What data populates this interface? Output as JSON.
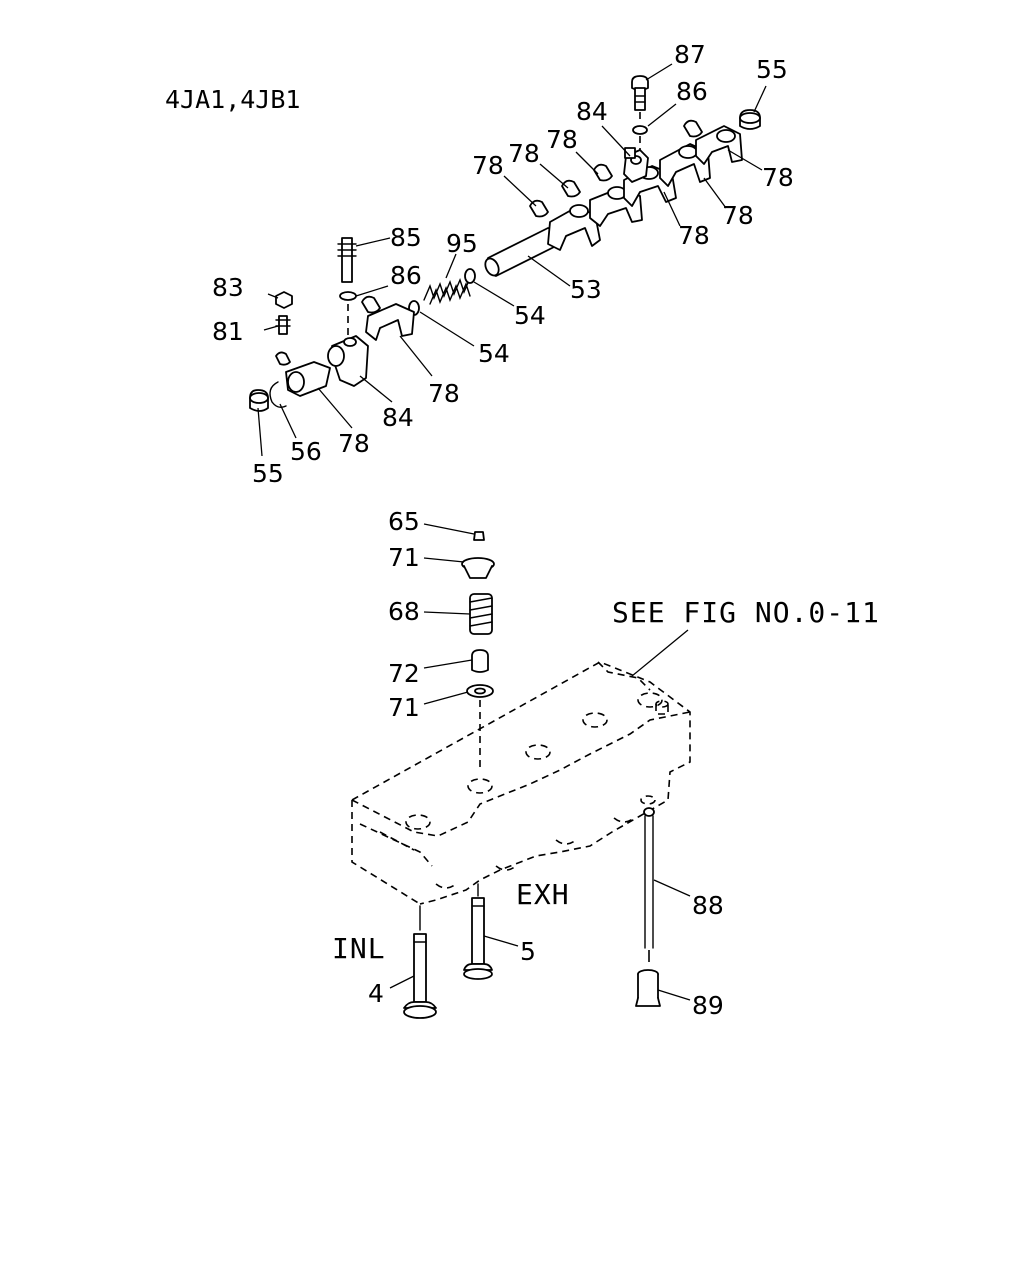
{
  "title": "4JA1,4JB1",
  "reference_note": "SEE FIG NO.0-11",
  "side_labels": {
    "intake": "INL",
    "exhaust": "EXH"
  },
  "callouts": [
    {
      "id": "c87",
      "text": "87"
    },
    {
      "id": "c86a",
      "text": "86"
    },
    {
      "id": "c55a",
      "text": "55"
    },
    {
      "id": "c84a",
      "text": "84"
    },
    {
      "id": "c78a",
      "text": "78"
    },
    {
      "id": "c78b",
      "text": "78"
    },
    {
      "id": "c78c",
      "text": "78"
    },
    {
      "id": "c78d",
      "text": "78"
    },
    {
      "id": "c78e",
      "text": "78"
    },
    {
      "id": "c78f",
      "text": "78"
    },
    {
      "id": "c85",
      "text": "85"
    },
    {
      "id": "c95",
      "text": "95"
    },
    {
      "id": "c83",
      "text": "83"
    },
    {
      "id": "c86b",
      "text": "86"
    },
    {
      "id": "c53",
      "text": "53"
    },
    {
      "id": "c81",
      "text": "81"
    },
    {
      "id": "c54a",
      "text": "54"
    },
    {
      "id": "c54b",
      "text": "54"
    },
    {
      "id": "c78g",
      "text": "78"
    },
    {
      "id": "c84b",
      "text": "84"
    },
    {
      "id": "c56",
      "text": "56"
    },
    {
      "id": "c78h",
      "text": "78"
    },
    {
      "id": "c55b",
      "text": "55"
    },
    {
      "id": "c65",
      "text": "65"
    },
    {
      "id": "c71a",
      "text": "71"
    },
    {
      "id": "c68",
      "text": "68"
    },
    {
      "id": "c72",
      "text": "72"
    },
    {
      "id": "c71b",
      "text": "71"
    },
    {
      "id": "c88",
      "text": "88"
    },
    {
      "id": "c5",
      "text": "5"
    },
    {
      "id": "c4",
      "text": "4"
    },
    {
      "id": "c89",
      "text": "89"
    }
  ]
}
